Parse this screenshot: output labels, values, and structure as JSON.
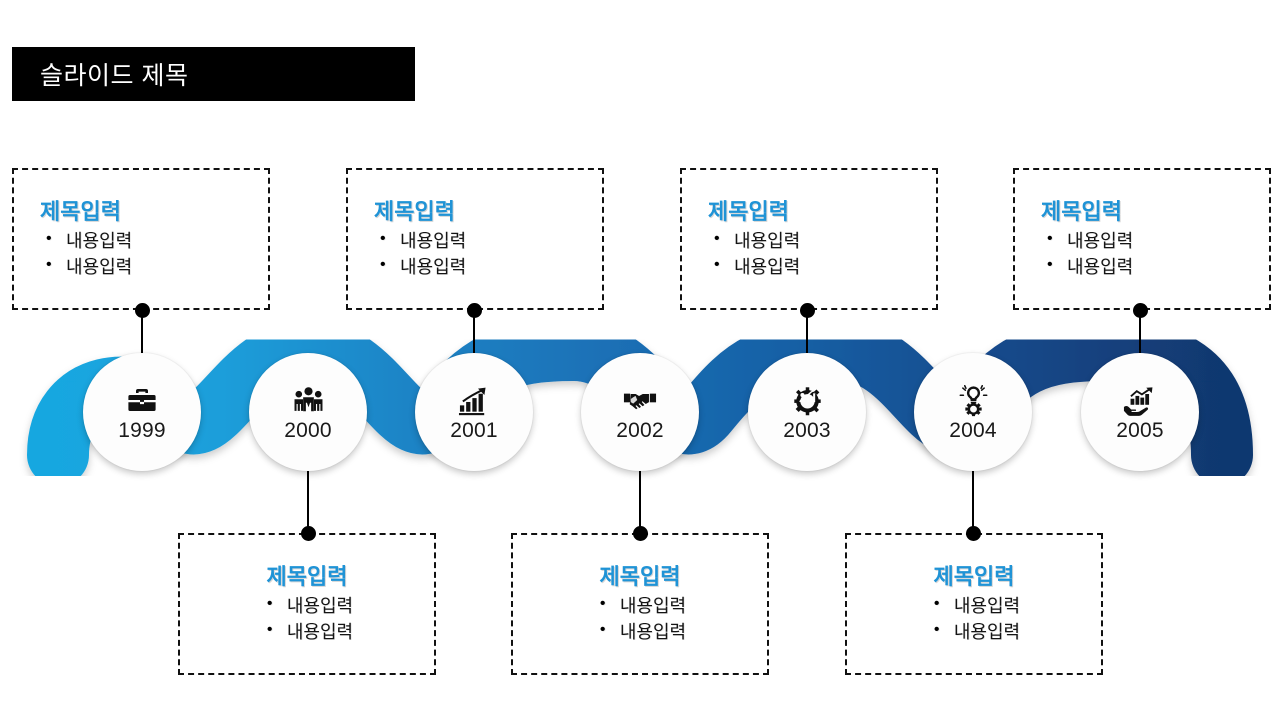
{
  "slide": {
    "title": "슬라이드 제목",
    "title_bg": "#000000",
    "title_color": "#ffffff"
  },
  "theme": {
    "accent_light": "#18A0DC",
    "accent_mid": "#1A6FB5",
    "accent_dark": "#12407D",
    "heading_blue": "#1F93D6",
    "body_text": "#151515",
    "circle_fill": "#FDFDFD",
    "connector": "#000000"
  },
  "timeline": {
    "nodes": [
      {
        "year": "1999",
        "icon": "briefcase-icon",
        "position": "bottom-trough",
        "box": "top"
      },
      {
        "year": "2000",
        "icon": "team-people-icon",
        "position": "top-crest",
        "box": "bottom"
      },
      {
        "year": "2001",
        "icon": "growth-bar-chart-icon",
        "position": "bottom-trough",
        "box": "top"
      },
      {
        "year": "2002",
        "icon": "handshake-icon",
        "position": "top-crest",
        "box": "bottom"
      },
      {
        "year": "2003",
        "icon": "analytics-gear-icon",
        "position": "bottom-trough",
        "box": "top"
      },
      {
        "year": "2004",
        "icon": "lightbulb-gear-icon",
        "position": "top-crest",
        "box": "bottom"
      },
      {
        "year": "2005",
        "icon": "hand-growth-chart-icon",
        "position": "bottom-trough",
        "box": "top"
      }
    ]
  },
  "top_boxes": [
    {
      "title": "제목입력",
      "bullets": [
        "내용입력",
        "내용입력"
      ]
    },
    {
      "title": "제목입력",
      "bullets": [
        "내용입력",
        "내용입력"
      ]
    },
    {
      "title": "제목입력",
      "bullets": [
        "내용입력",
        "내용입력"
      ]
    },
    {
      "title": "제목입력",
      "bullets": [
        "내용입력",
        "내용입력"
      ]
    }
  ],
  "bottom_boxes": [
    {
      "title": "제목입력",
      "bullets": [
        "내용입력",
        "내용입력"
      ]
    },
    {
      "title": "제목입력",
      "bullets": [
        "내용입력",
        "내용입력"
      ]
    },
    {
      "title": "제목입력",
      "bullets": [
        "내용입력",
        "내용입력"
      ]
    }
  ]
}
